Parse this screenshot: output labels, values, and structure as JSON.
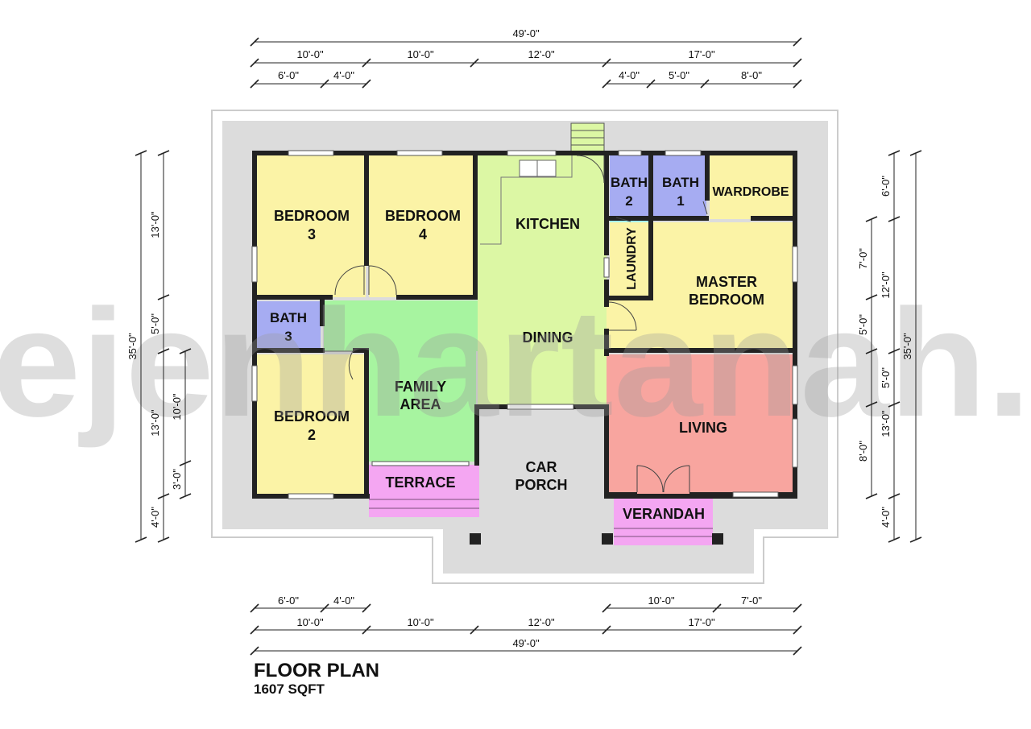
{
  "plan": {
    "title": "FLOOR PLAN",
    "area": "1607 SQFT",
    "watermark": "ejenhartanah."
  },
  "rooms": {
    "bedroom3": [
      "BEDROOM",
      "3"
    ],
    "bedroom4": [
      "BEDROOM",
      "4"
    ],
    "kitchen": "KITCHEN",
    "bath2": [
      "BATH",
      "2"
    ],
    "bath1": [
      "BATH",
      "1"
    ],
    "wardrobe": "WARDROBE",
    "laundry": "LAUNDRY",
    "master": [
      "MASTER",
      "BEDROOM"
    ],
    "bath3": [
      "BATH",
      "3"
    ],
    "dining": "DINING",
    "family": [
      "FAMILY",
      "AREA"
    ],
    "bedroom2": [
      "BEDROOM",
      "2"
    ],
    "living": "LIVING",
    "terrace": "TERRACE",
    "carporch": [
      "CAR",
      "PORCH"
    ],
    "verandah": "VERANDAH"
  },
  "dims": {
    "top_total": "49'-0\"",
    "top_mid": [
      "10'-0\"",
      "10'-0\"",
      "12'-0\"",
      "17'-0\""
    ],
    "top_fine_left": [
      "6'-0\"",
      "4'-0\""
    ],
    "top_fine_right": [
      "4'-0\"",
      "5'-0\"",
      "8'-0\""
    ],
    "left_outer": "35'-0\"",
    "left_inner": [
      "13'-0\"",
      "5'-0\"",
      "13'-0\"",
      "4'-0\""
    ],
    "left_fine": [
      "10'-0\"",
      "3'-0\""
    ],
    "right_outer": "35'-0\"",
    "right_inner": [
      "6'-0\"",
      "12'-0\"",
      "5'-0\"",
      "13'-0\"",
      "4'-0\""
    ],
    "right_fine": [
      "7'-0\"",
      "5'-0\"",
      "8'-0\""
    ],
    "bottom_fine_left": [
      "6'-0\"",
      "4'-0\""
    ],
    "bottom_fine_right": [
      "10'-0\"",
      "7'-0\""
    ],
    "bottom_mid": [
      "10'-0\"",
      "10'-0\"",
      "12'-0\"",
      "17'-0\""
    ],
    "bottom_total": "49'-0\""
  },
  "colors": {
    "bedroom": "#fbf3a6",
    "kitchen": "#dcf7a4",
    "family": "#a7f4a0",
    "bath": "#a6acf2",
    "laundry": "#a6f3f0",
    "living": "#f8a59f",
    "terrace": "#f4a6f2",
    "apron": "#dcdcdc",
    "wall": "#222222"
  }
}
